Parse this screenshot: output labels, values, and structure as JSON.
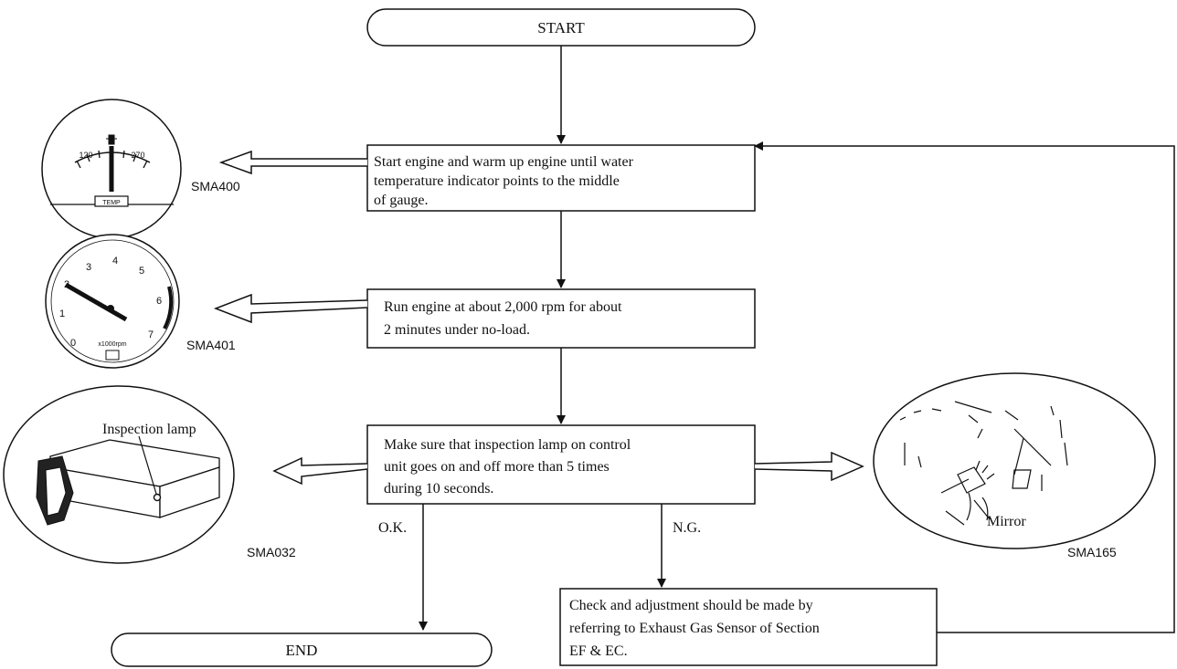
{
  "flowchart": {
    "start": "START",
    "end": "END",
    "step1": [
      "Start engine and warm up engine until water",
      "temperature indicator points to the middle",
      "of gauge."
    ],
    "step2": [
      "Run engine at about 2,000 rpm for about",
      "2 minutes under no-load."
    ],
    "step3": [
      "Make sure that inspection lamp on control",
      "unit goes on and off more than 5 times",
      "during 10 seconds."
    ],
    "step4": [
      "Check and adjustment should be made by",
      "referring to Exhaust Gas Sensor of Section",
      "EF & EC."
    ],
    "branch_ok": "O.K.",
    "branch_ng": "N.G."
  },
  "figures": {
    "temp_gauge": {
      "code": "SMA400",
      "scale_low": "120",
      "scale_high": "270",
      "label": "TEMP"
    },
    "tachometer": {
      "code": "SMA401",
      "ticks": [
        "0",
        "1",
        "2",
        "3",
        "4",
        "5",
        "6",
        "7"
      ],
      "unit": "x1000rpm"
    },
    "control_unit": {
      "code": "SMA032",
      "callout": "Inspection lamp"
    },
    "mirror_view": {
      "code": "SMA165",
      "callout": "Mirror"
    }
  }
}
